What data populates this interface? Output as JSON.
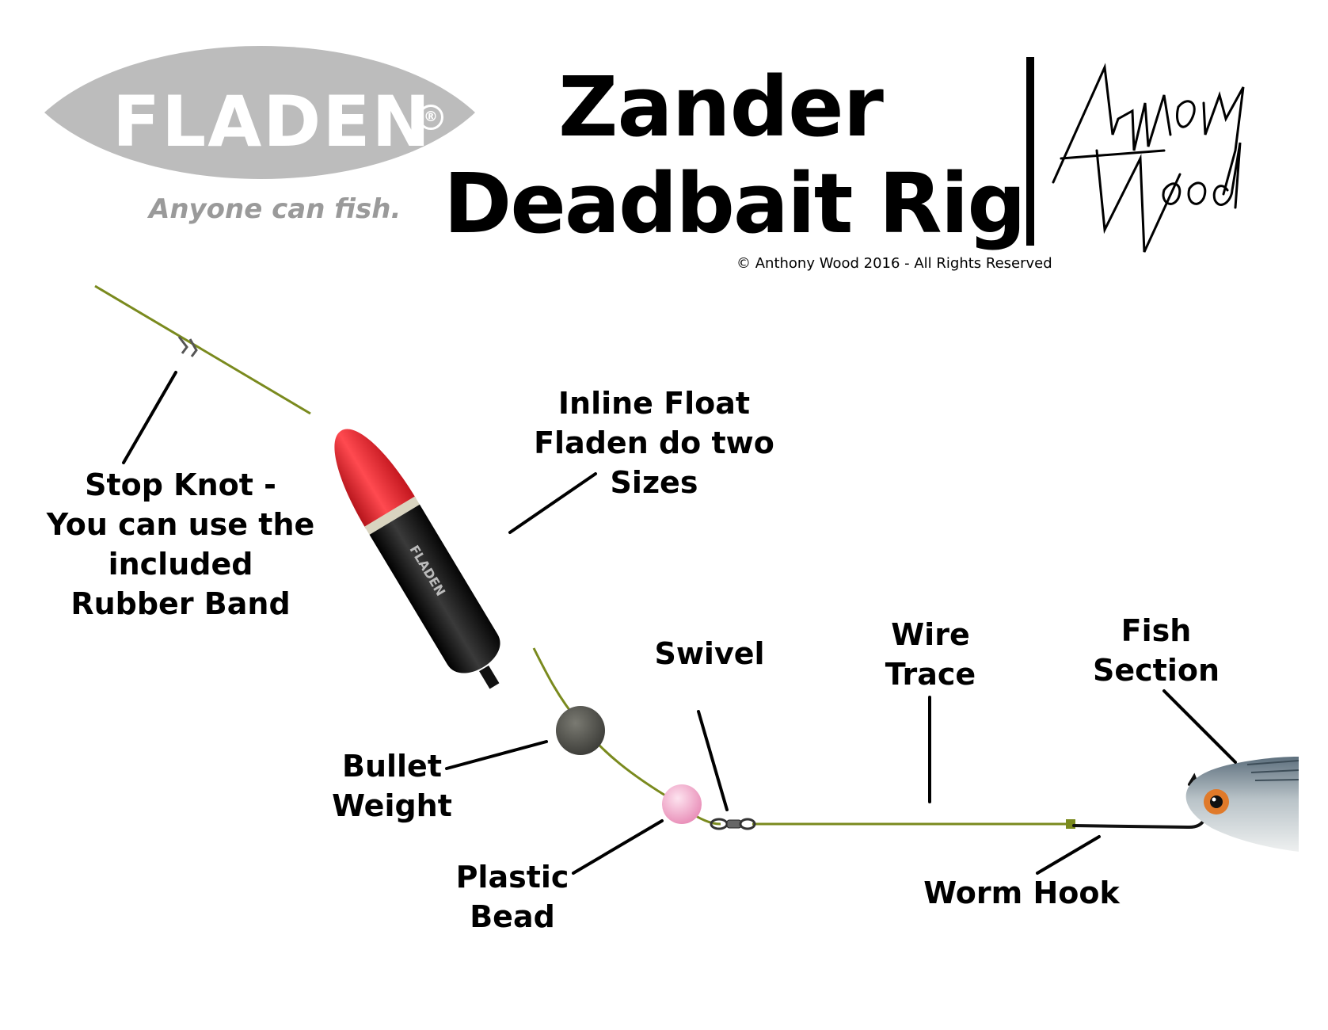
{
  "brand": {
    "name": "FLADEN",
    "registered_mark": "®",
    "tagline": "Anyone can fish."
  },
  "title": {
    "line1": "Zander",
    "line2": "Deadbait Rig"
  },
  "signature": "Anthony Wood",
  "copyright": "© Anthony Wood 2016 - All Rights Reserved",
  "float_brand": "FLADEN",
  "labels": {
    "stop_knot": [
      "Stop Knot -",
      "You can use the",
      "included",
      "Rubber Band"
    ],
    "inline_float": [
      "Inline Float",
      "Fladen do two",
      "Sizes"
    ],
    "bullet_weight": [
      "Bullet",
      "Weight"
    ],
    "plastic_bead": [
      "Plastic",
      "Bead"
    ],
    "swivel": [
      "Swivel"
    ],
    "wire_trace": [
      "Wire",
      "Trace"
    ],
    "fish_section": [
      "Fish",
      "Section"
    ],
    "worm_hook": [
      "Worm Hook"
    ]
  },
  "colors": {
    "line": "#7a8a1e",
    "float_tip": "#e8232b",
    "float_band": "#d9d4c0",
    "float_body": "#1a1a1a",
    "bead": "#f2a6c8",
    "weight": "#4a4a46",
    "logo_grey": "#bcbcbc",
    "tagline_grey": "#9a9a9a"
  }
}
